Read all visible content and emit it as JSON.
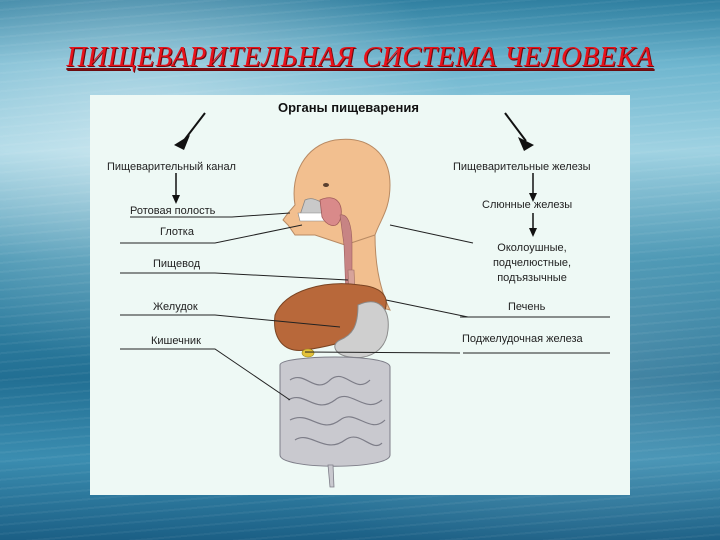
{
  "slide": {
    "title": "ПИЩЕВАРИТЕЛЬНАЯ СИСТЕМА ЧЕЛОВЕКА"
  },
  "diagram": {
    "heading": "Органы пищеварения",
    "left_column": {
      "category": "Пищеварительный канал",
      "items": [
        "Ротовая полость",
        "Глотка",
        "Пищевод",
        "Желудок",
        "Кишечник"
      ]
    },
    "right_column": {
      "category": "Пищеварительные железы",
      "items": [
        "Слюнные железы",
        "Околоушные,",
        "подчелюстные,",
        "подъязычные",
        "Печень",
        "Поджелудочная железа"
      ]
    }
  },
  "colors": {
    "title": "#e8121b",
    "panel": "#eef9f5",
    "skin": "#f2bf8f",
    "liver": "#b8683a",
    "stomach": "#cfcfcf",
    "intestine": "#c9c9cf"
  }
}
